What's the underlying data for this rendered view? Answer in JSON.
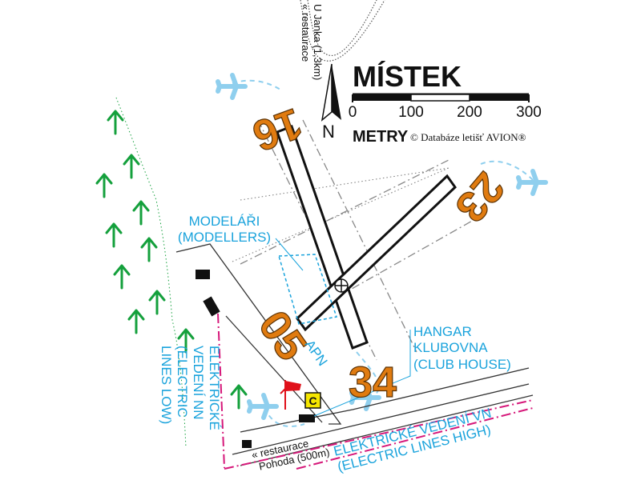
{
  "map": {
    "title": "MÍSTEK",
    "scale": {
      "ticks": [
        "0",
        "100",
        "200",
        "300"
      ],
      "unit": "METRY",
      "copyright": "© Databáze letišť AVION®"
    },
    "north_label": "N",
    "runway_numbers": {
      "r16": "16",
      "r34": "34",
      "r23": "23",
      "r05": "05"
    },
    "labels": {
      "modellers": [
        "MODELÁŘI",
        "(MODELLERS)"
      ],
      "hangar": [
        "HANGAR",
        "KLUBOVNA",
        "(CLUB HOUSE)"
      ],
      "lines_high": [
        "ELEKTRICKÉ VEDENÍ VN",
        "(ELECTRIC LINES HIGH)"
      ],
      "lines_low": [
        "ELEKTRICKÉ",
        "VEDENÍ NN",
        "(ELECTRIC",
        "LINES LOW)"
      ],
      "apn": "APN",
      "restaurant_janka": [
        "« restaurace",
        "U Janka (1,3km)"
      ],
      "restaurant_pohoda": [
        "« restaurace",
        "Pohoda (500m)"
      ],
      "customs_marker": "C"
    },
    "colors": {
      "runway_number": "#e07b10",
      "info_text": "#1aa3dc",
      "trees": "#14a03c",
      "power_line": "#d6187a",
      "windsock": "#e0101a",
      "marker_fill": "#f5e600"
    },
    "icons": [
      "plane-icon",
      "tree-icon",
      "windsock-icon",
      "north-arrow-icon",
      "runway-center-icon"
    ]
  }
}
